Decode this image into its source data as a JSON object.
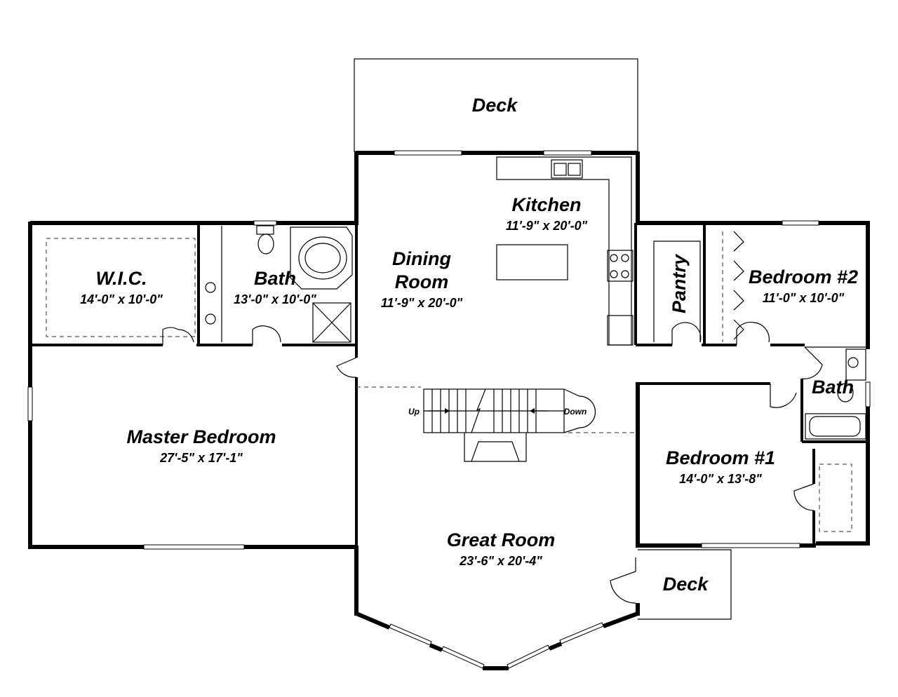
{
  "rooms": {
    "deck_top": {
      "name": "Deck"
    },
    "kitchen": {
      "name": "Kitchen",
      "dims": "11'-9\" x 20'-0\""
    },
    "dining": {
      "name_line1": "Dining",
      "name_line2": "Room",
      "dims": "11'-9\" x 20'-0\""
    },
    "wic": {
      "name": "W.I.C.",
      "dims": "14'-0\" x 10'-0\""
    },
    "master_bath": {
      "name": "Bath",
      "dims": "13'-0\" x 10'-0\""
    },
    "pantry": {
      "name": "Pantry"
    },
    "bedroom2": {
      "name": "Bedroom #2",
      "dims": "11'-0\" x 10'-0\""
    },
    "bath2": {
      "name": "Bath"
    },
    "master_bedroom": {
      "name": "Master Bedroom",
      "dims": "27'-5\" x 17'-1\""
    },
    "bedroom1": {
      "name": "Bedroom #1",
      "dims": "14'-0\" x 13'-8\""
    },
    "great_room": {
      "name": "Great Room",
      "dims": "23'-6\" x 20'-4\""
    },
    "deck_bottom": {
      "name": "Deck"
    }
  },
  "stairs": {
    "up_label": "Up",
    "down_label": "Down"
  }
}
